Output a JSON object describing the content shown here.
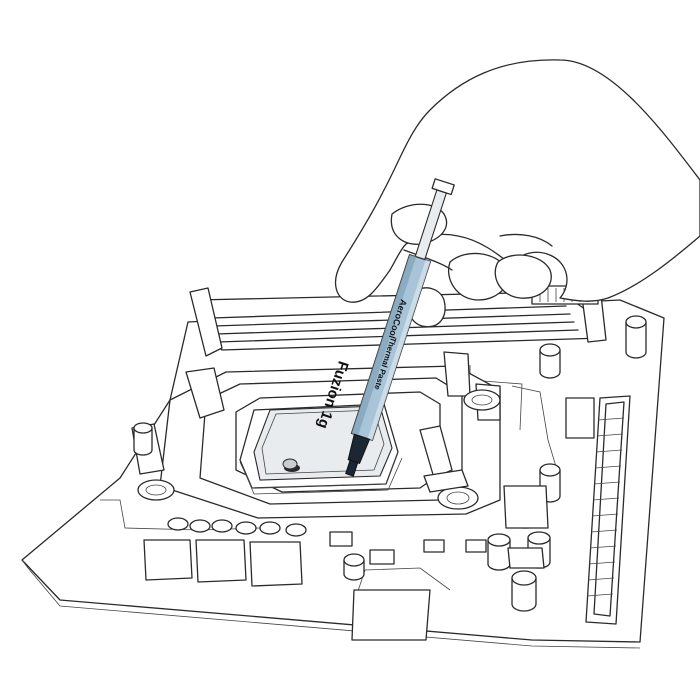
{
  "illustration": {
    "subject": "thermal-paste-application",
    "colors": {
      "line": "#2a2a2a",
      "paste_gray": "#c9cdd2",
      "label_blue": "#a8c4d8",
      "label_dark": "#1b2733"
    }
  },
  "syringe_label": {
    "product": "Fuzion 1g",
    "descriptor": "Thermal Paste",
    "brand": "AeroCool"
  }
}
